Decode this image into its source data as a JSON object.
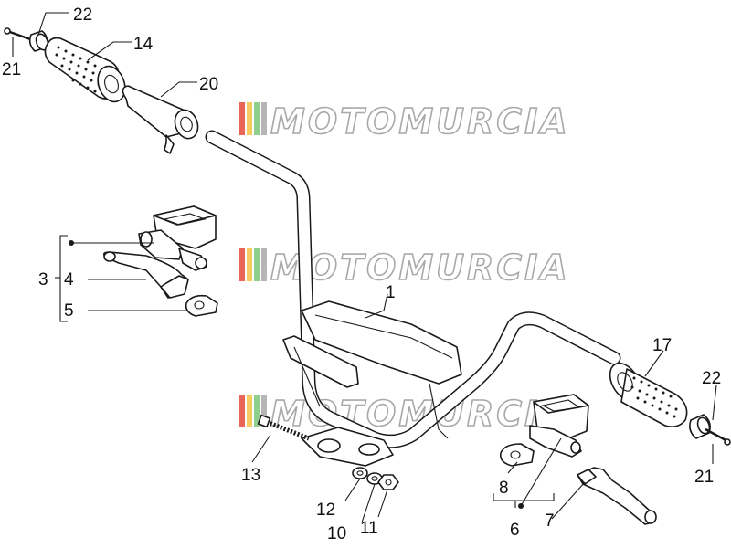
{
  "watermark": {
    "text": "MOTOMURCIA",
    "stripe_colors": [
      "#e64b3c",
      "#f5c542",
      "#7cc67a",
      "#aaaaaa"
    ]
  },
  "callouts": {
    "p1": "1",
    "p3": "3",
    "p4": "4",
    "p5": "5",
    "p6": "6",
    "p7": "7",
    "p8": "8",
    "p10": "10",
    "p11": "11",
    "p12": "12",
    "p13": "13",
    "p14": "14",
    "p17": "17",
    "p20": "20",
    "p21_left": "21",
    "p21_right": "21",
    "p22_left": "22",
    "p22_right": "22"
  }
}
